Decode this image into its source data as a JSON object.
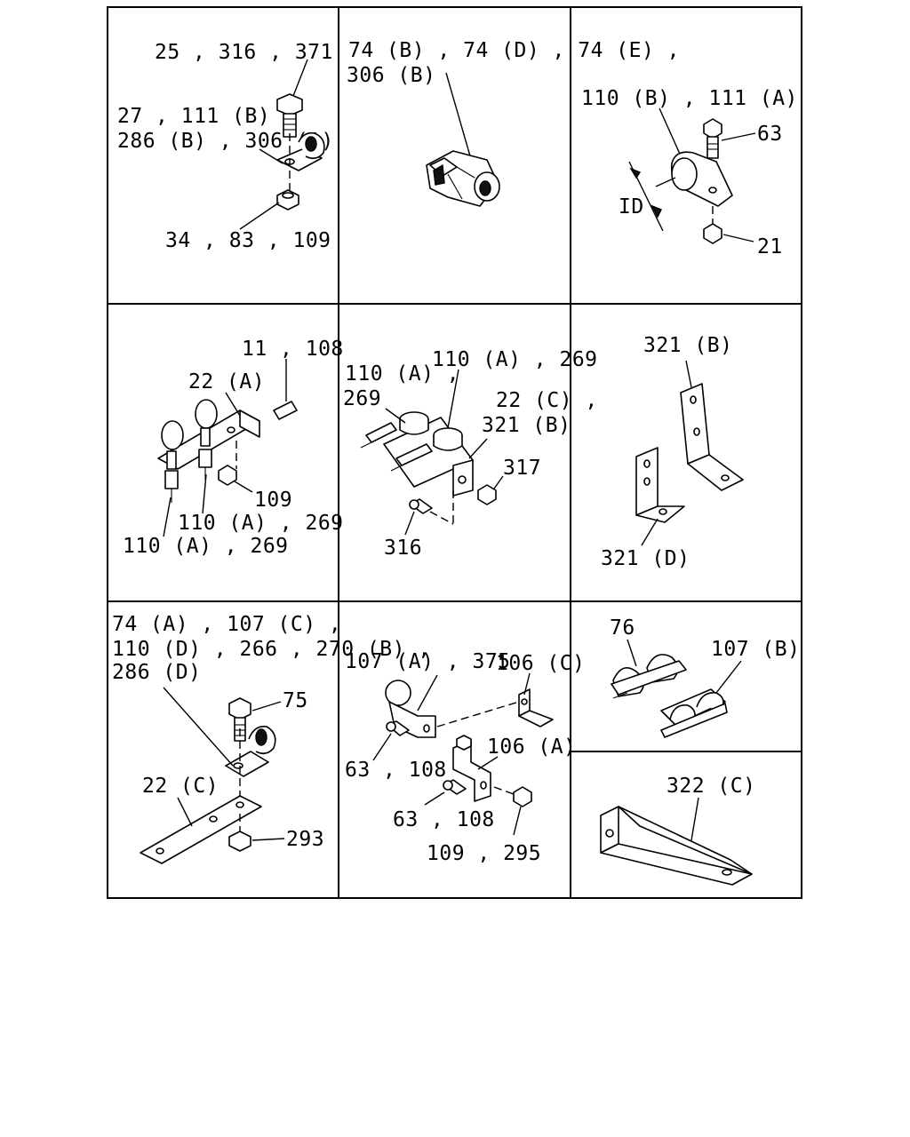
{
  "panels": [
    {
      "id": "p1",
      "labels": [
        "25 , 316 , 371",
        "27 , 111 (B) ,",
        "286 (B) , 306 (A)",
        "34 , 83 , 109"
      ]
    },
    {
      "id": "p2",
      "labels": [
        "74 (B) , 74 (D) , 74 (E) ,",
        "306 (B)"
      ]
    },
    {
      "id": "p3",
      "labels": [
        "110 (B) , 111 (A)",
        "63",
        "ID",
        "21"
      ]
    },
    {
      "id": "p4",
      "labels": [
        "11 , 108",
        "22 (A)",
        "109",
        "110 (A) , 269",
        "110 (A) , 269"
      ]
    },
    {
      "id": "p5",
      "labels": [
        "110 (A) ,",
        "269",
        "110 (A) , 269",
        "22 (C) ,",
        "321 (B)",
        "317",
        "316"
      ]
    },
    {
      "id": "p6",
      "labels": [
        "321 (B)",
        "321 (D)"
      ]
    },
    {
      "id": "p7",
      "labels": [
        "74 (A) , 107 (C) ,",
        "110 (D) , 266 , 270 (B) ,",
        "286 (D)",
        "75",
        "22 (C)",
        "293"
      ]
    },
    {
      "id": "p8",
      "labels": [
        "107 (A) , 375",
        "106 (C)",
        "106 (A)",
        "63 , 108",
        "63 , 108",
        "109 , 295"
      ]
    },
    {
      "id": "p9",
      "labels": [
        "76",
        "107 (B)"
      ]
    },
    {
      "id": "p10",
      "labels": [
        "322 (C)"
      ]
    }
  ]
}
